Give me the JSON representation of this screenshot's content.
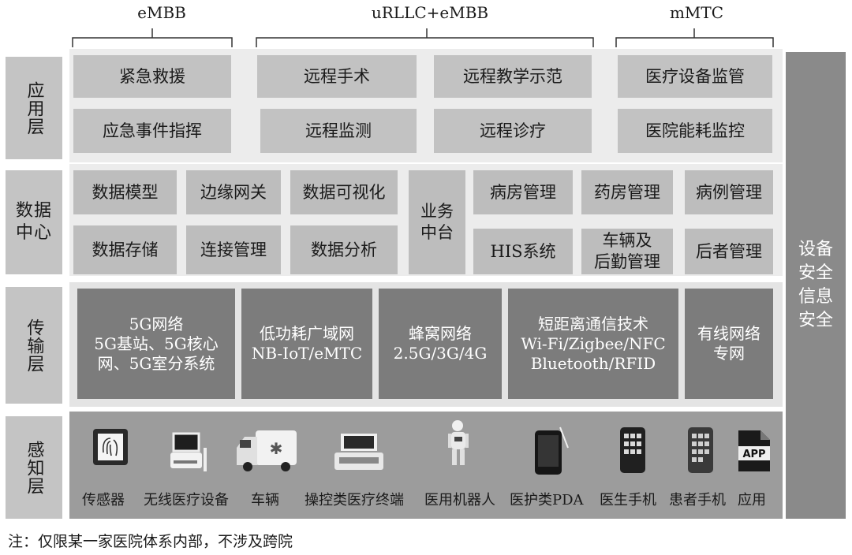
{
  "top_labels": {
    "embb": "eMBB",
    "urllc": "uRLLC+eMBB",
    "mmtc": "mMTC"
  },
  "layers": {
    "application": "应用层",
    "data_center": "数据\n中心",
    "transport": "传输层",
    "perception": "感知层"
  },
  "application": {
    "emergency_rescue": "紧急救援",
    "emergency_command": "应急事件指挥",
    "remote_surgery": "远程手术",
    "remote_teaching": "远程教学示范",
    "remote_monitoring": "远程监测",
    "remote_diagnosis": "远程诊疗",
    "device_supervision": "医疗设备监管",
    "energy_monitoring": "医院能耗监控"
  },
  "data_center": {
    "data_model": "数据模型",
    "edge_gateway": "边缘网关",
    "data_visualization": "数据可视化",
    "business_platform": "业务\n中台",
    "ward_management": "病房管理",
    "pharmacy_management": "药房管理",
    "case_management": "病例管理",
    "data_storage": "数据存储",
    "connection_management": "连接管理",
    "data_analysis": "数据分析",
    "his_system": "HIS系统",
    "vehicle_logistics": "车辆及\n后勤管理",
    "patient_management": "后者管理"
  },
  "transport": {
    "network_5g": "5G网络\n5G基站、5G核心\n网、5G室分系统",
    "lpwan": "低功耗广域网\nNB-IoT/eMTC",
    "cellular": "蜂窝网络\n2.5G/3G/4G",
    "short_range": "短距离通信技术\nWi-Fi/Zigbee/NFC\nBluetooth/RFID",
    "wired": "有线网络\n专网"
  },
  "security": "设备\n安全\n信息\n安全",
  "perception_items": [
    "传感器",
    "无线医疗设备",
    "车辆",
    "操控类医疗终端",
    "医用机器人",
    "医护类PDA",
    "医生手机",
    "患者手机",
    "应用"
  ],
  "icons": [
    "fingerprint-sensor-icon",
    "medical-device-icon",
    "ambulance-icon",
    "medical-terminal-icon",
    "robot-icon",
    "pda-icon",
    "phone-icon",
    "phone-icon",
    "app-file-icon"
  ],
  "app_icon_text": "APP",
  "note": "注：仅限某一家医院体系内部，不涉及跨院"
}
